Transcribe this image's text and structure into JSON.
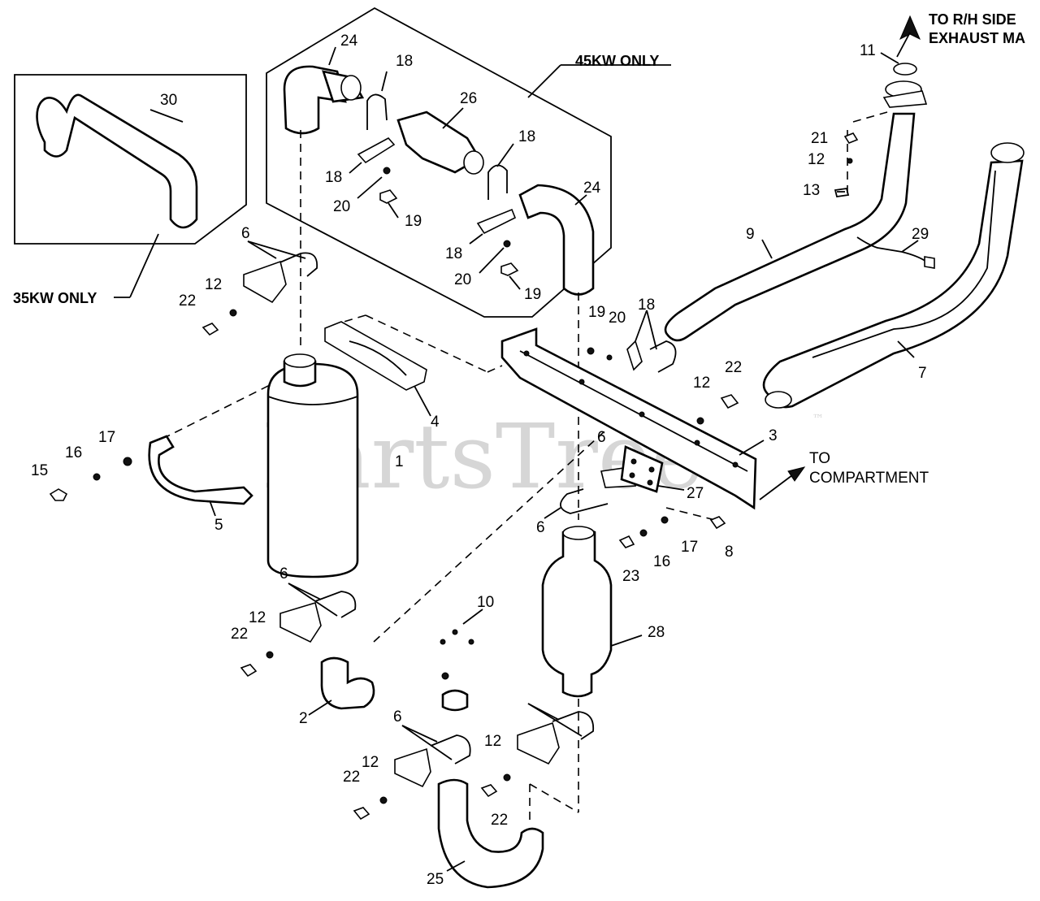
{
  "watermark": "PartsTree",
  "watermark_tm": "™",
  "notes": {
    "kw45": "45KW ONLY",
    "kw35": "35KW ONLY",
    "rh_line1": "TO R/H SIDE",
    "rh_line2": "EXHAUST MA",
    "comp_line1": "TO",
    "comp_line2": "COMPARTMENT"
  },
  "callouts": [
    "1",
    "2",
    "3",
    "4",
    "5",
    "6",
    "6",
    "6",
    "6",
    "6",
    "7",
    "8",
    "9",
    "10",
    "11",
    "12",
    "12",
    "12",
    "12",
    "12",
    "12",
    "13",
    "15",
    "16",
    "16",
    "17",
    "17",
    "18",
    "18",
    "18",
    "18",
    "18",
    "19",
    "19",
    "19",
    "20",
    "20",
    "20",
    "21",
    "22",
    "22",
    "22",
    "22",
    "22",
    "23",
    "24",
    "24",
    "25",
    "26",
    "27",
    "28",
    "29",
    "30"
  ]
}
